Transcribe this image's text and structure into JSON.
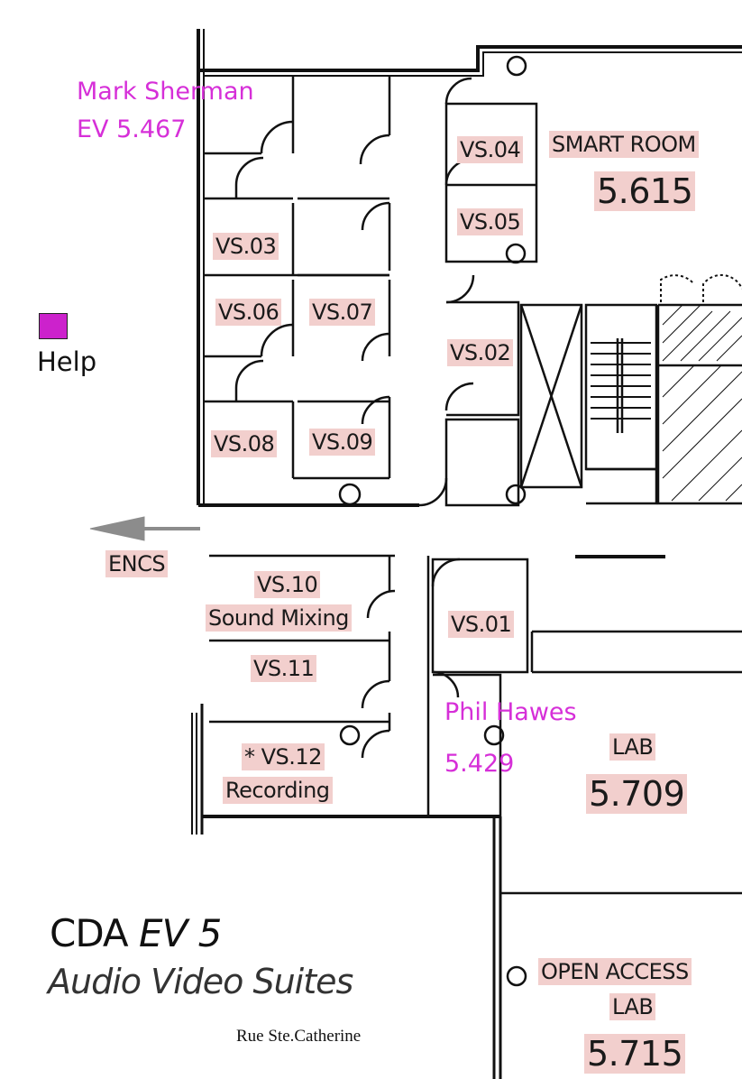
{
  "title": {
    "main": "CDA",
    "sub": "EV 5"
  },
  "subtitle": "Audio Video Suites",
  "street": "Rue Ste.Catherine",
  "help_label": "Help",
  "people": {
    "mark_name": "Mark Sherman",
    "mark_room": "EV 5.467",
    "phil_name": "Phil Hawes",
    "phil_room": "5.429"
  },
  "rooms": {
    "vs04": "VS.04",
    "vs05": "VS.05",
    "vs03": "VS.03",
    "vs06": "VS.06",
    "vs07": "VS.07",
    "vs02": "VS.02",
    "vs08": "VS.08",
    "vs09": "VS.09",
    "vs10": "VS.10",
    "vs10_desc": "Sound Mixing",
    "vs11": "VS.11",
    "vs12": "* VS.12",
    "vs12_desc": "Recording",
    "vs01": "VS.01",
    "smart_room": "SMART ROOM",
    "smart_room_no": "5.615",
    "lab": "LAB",
    "lab_no": "5.709",
    "open_access": "OPEN ACCESS",
    "open_access_lab": "LAB",
    "open_access_no": "5.715"
  },
  "encs_label": "ENCS",
  "colors": {
    "room_label_bg": "#f2cfcd",
    "person_text": "#d62fd8",
    "help_marker": "#cc22cc",
    "arrow": "#8c8c8c"
  }
}
